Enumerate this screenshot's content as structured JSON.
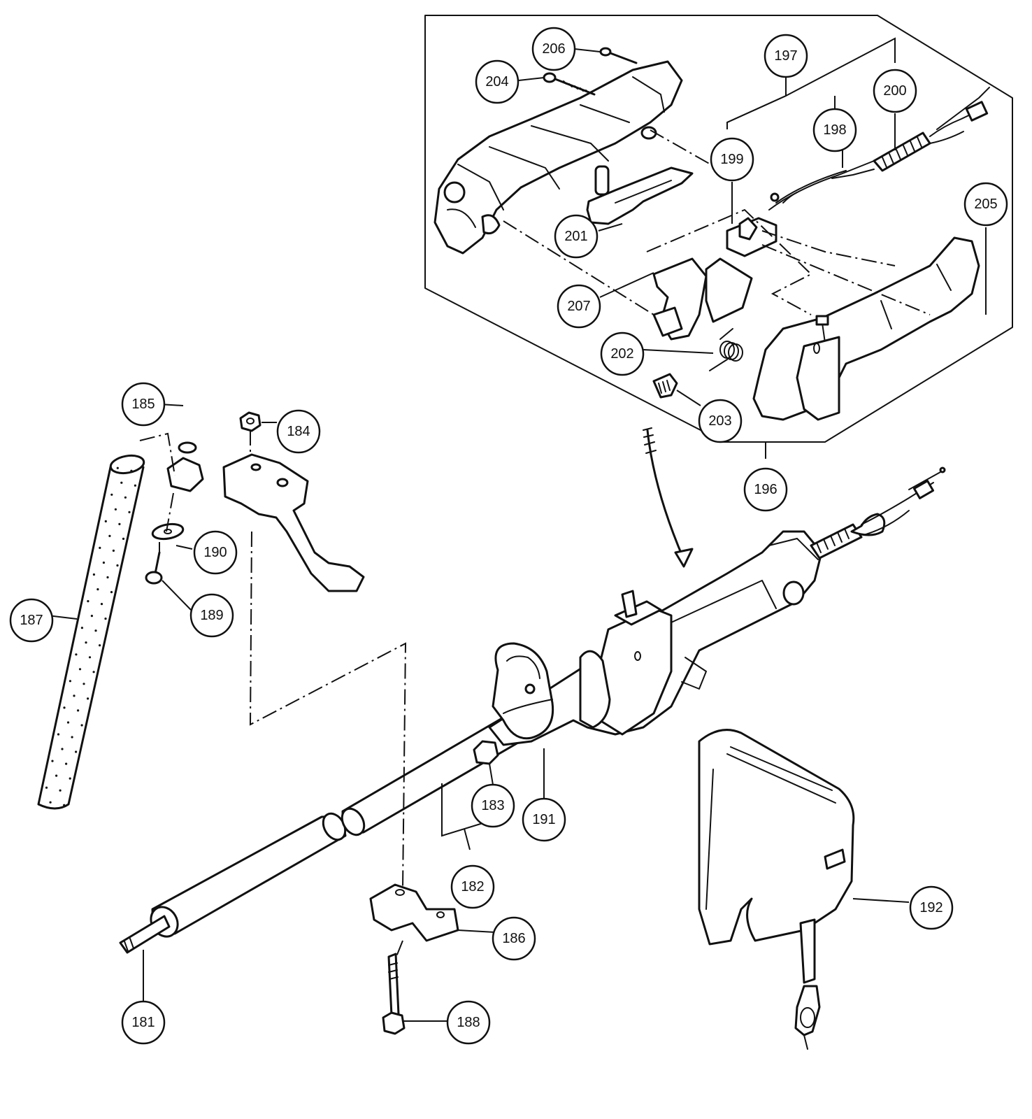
{
  "callouts": [
    {
      "id": "181",
      "label": "181"
    },
    {
      "id": "182",
      "label": "182"
    },
    {
      "id": "183",
      "label": "183"
    },
    {
      "id": "184",
      "label": "184"
    },
    {
      "id": "185",
      "label": "185"
    },
    {
      "id": "186",
      "label": "186"
    },
    {
      "id": "187",
      "label": "187"
    },
    {
      "id": "188",
      "label": "188"
    },
    {
      "id": "189",
      "label": "189"
    },
    {
      "id": "190",
      "label": "190"
    },
    {
      "id": "191",
      "label": "191"
    },
    {
      "id": "192",
      "label": "192"
    },
    {
      "id": "196",
      "label": "196"
    },
    {
      "id": "197",
      "label": "197"
    },
    {
      "id": "198",
      "label": "198"
    },
    {
      "id": "199",
      "label": "199"
    },
    {
      "id": "200",
      "label": "200"
    },
    {
      "id": "201",
      "label": "201"
    },
    {
      "id": "202",
      "label": "202"
    },
    {
      "id": "203",
      "label": "203"
    },
    {
      "id": "204",
      "label": "204"
    },
    {
      "id": "205",
      "label": "205"
    },
    {
      "id": "206",
      "label": "206"
    },
    {
      "id": "207",
      "label": "207"
    }
  ]
}
